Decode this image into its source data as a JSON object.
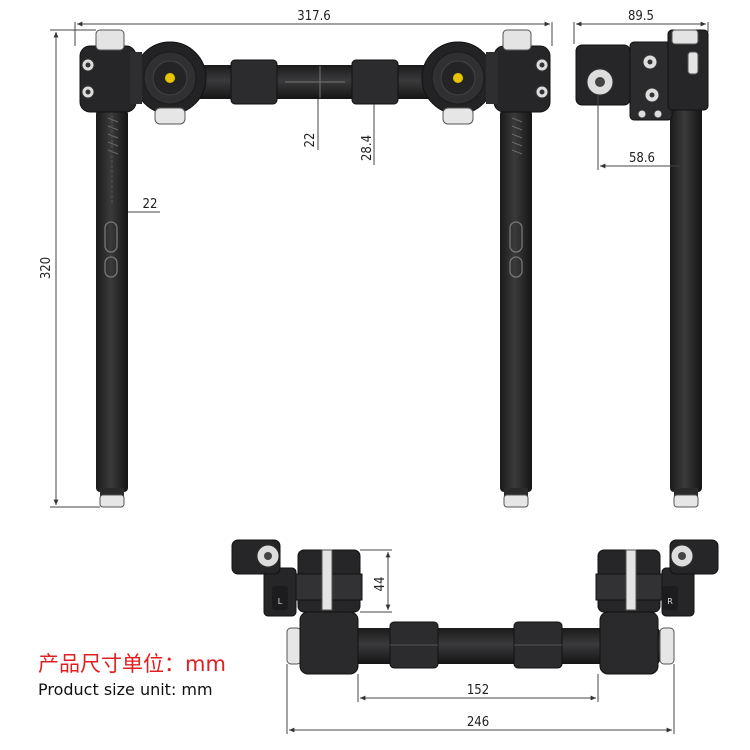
{
  "dimensions": {
    "overall_width": "317.6",
    "side_depth": "89.5",
    "height": "320",
    "bar_dia_22_a": "22",
    "bar_dia_22_b": "22",
    "sleeve_dia": "28.4",
    "side_offset": "58.6",
    "clamp_height": "44",
    "inner_width": "152",
    "bottom_width": "246"
  },
  "labels": {
    "left_mark": "L",
    "right_mark": "R"
  },
  "unit_note": {
    "chinese": "产品尺寸单位：mm",
    "english": "Product size unit: mm"
  },
  "colors": {
    "body": "#2b2b2d",
    "dark": "#1c1c1e",
    "highlight": "#e8c400",
    "unit_red": "#e02020"
  }
}
